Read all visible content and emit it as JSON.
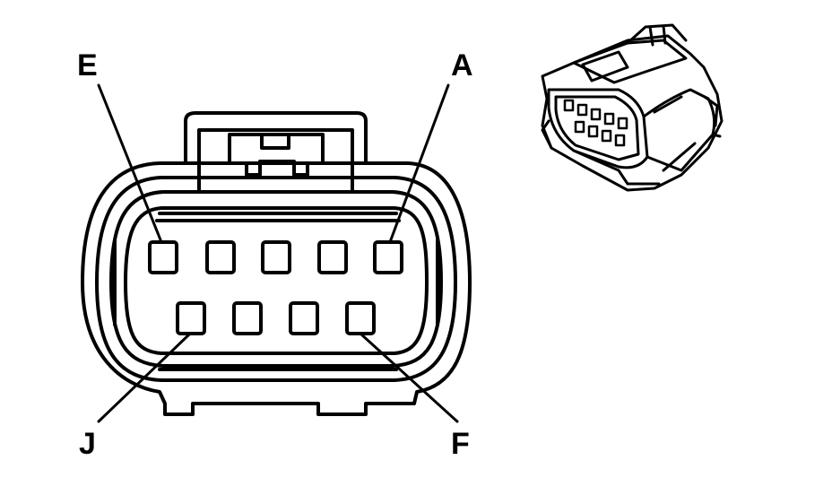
{
  "colors": {
    "line": "#000000",
    "background": "#ffffff"
  },
  "labels": {
    "e": "E",
    "a": "A",
    "j": "J",
    "f": "F"
  }
}
